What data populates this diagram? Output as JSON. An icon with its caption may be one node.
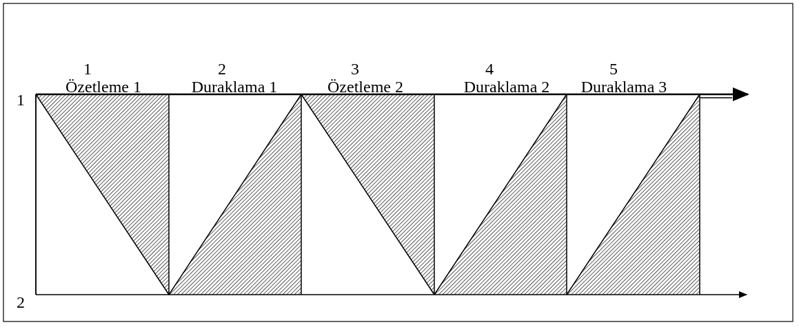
{
  "diagram": {
    "labels": [
      "1",
      "2",
      "3",
      "4",
      "5",
      "Özetleme 1",
      "Duraklama 1",
      "Özetleme 2",
      "Duraklama 2",
      "Duraklama 3",
      "1",
      "2"
    ]
  }
}
